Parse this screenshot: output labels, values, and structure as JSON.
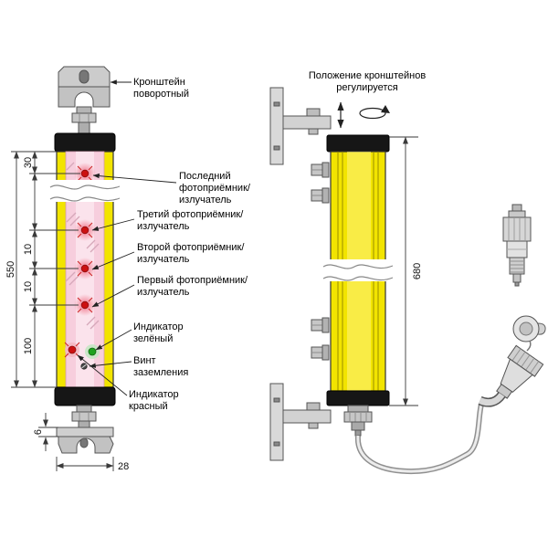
{
  "labels": {
    "bracket": "Кронштейн поворотный",
    "last_receiver": "Последний фотоприёмник/излучатель",
    "third_receiver": "Третий фотоприёмник/излучатель",
    "second_receiver": "Второй фотоприёмник/излучатель",
    "first_receiver": "Первый фотоприёмник/излучатель",
    "green_indicator": "Индикатор зелёный",
    "ground_screw": "Винт заземления",
    "red_indicator": "Индикатор красный",
    "adjust_note": "Положение кронштейнов регулируется"
  },
  "dimensions": {
    "top_offset": "30",
    "body_length": "550",
    "pitch_a": "10",
    "pitch_b": "10",
    "bottom_offset": "100",
    "plate_thickness": "6",
    "width": "28",
    "side_length": "680"
  },
  "colors": {
    "body_yellow": "#f2e400",
    "window_pink": "#f7cedd",
    "beam_glow": "#ef5f77",
    "emitter_red": "#cc1111",
    "indicator_green": "#1ea21e",
    "cap_black": "#161616",
    "metal_gray": "#c9c9c9",
    "outline": "#3a3a3a"
  }
}
